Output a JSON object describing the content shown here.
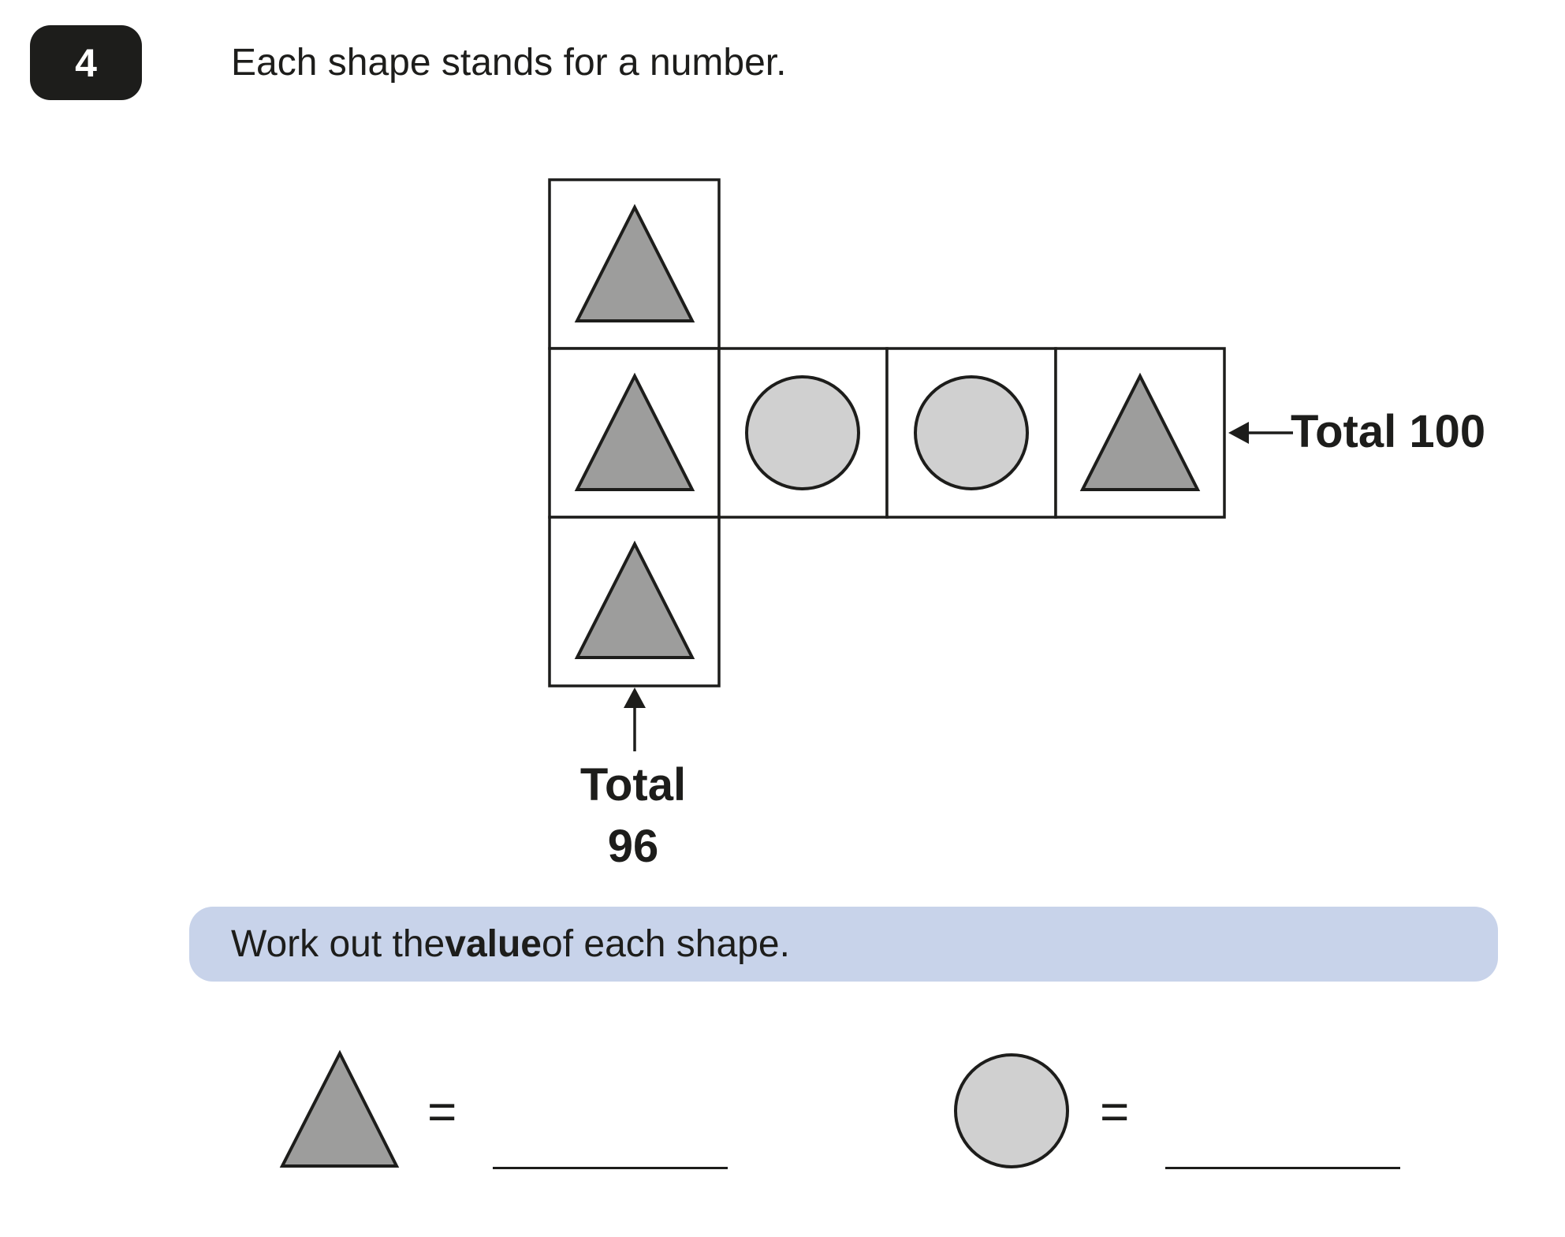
{
  "question": {
    "number": "4",
    "text": "Each shape stands for a number."
  },
  "diagram": {
    "row_label": "Total 100",
    "column_label_line1": "Total",
    "column_label_line2": "96",
    "colors": {
      "triangle_fill": "#9d9d9c",
      "circle_fill": "#d0d0d0",
      "stroke": "#1d1d1b"
    }
  },
  "instruction": {
    "before": "Work out the ",
    "bold": "value",
    "after": " of each shape."
  },
  "answers": {
    "triangle_equals": "=",
    "circle_equals": "="
  }
}
